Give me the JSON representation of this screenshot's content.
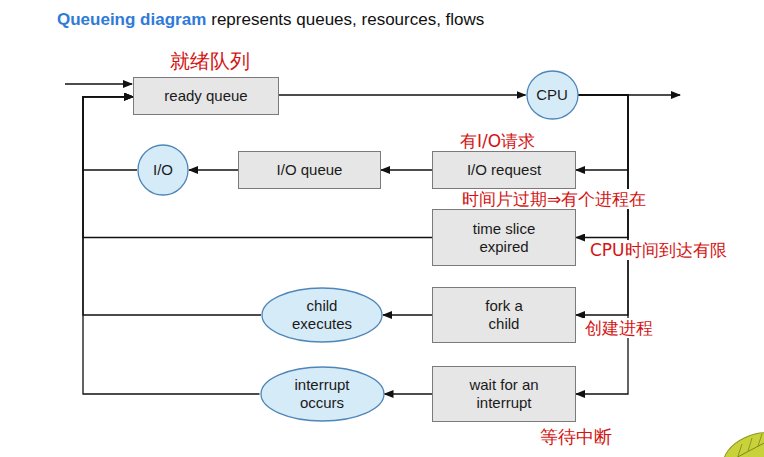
{
  "diagram": {
    "title": "Queueing diagram",
    "nodes": [
      {
        "text": [
          "ready queue"
        ]
      },
      {
        "text": [
          "CPU"
        ]
      },
      {
        "text": [
          "I/O"
        ]
      },
      {
        "text": [
          "I/O queue"
        ]
      },
      {
        "text": [
          "I/O request"
        ]
      },
      {
        "text": [
          "time slice expired"
        ]
      },
      {
        "text": [
          "child executes"
        ]
      },
      {
        "text": [
          "fork a child"
        ]
      },
      {
        "text": [
          "interrupt occurs"
        ]
      },
      {
        "text": [
          "wait for an interrupt"
        ]
      }
    ],
    "edges": [
      {
        "from": 0,
        "to": 1,
        "arrow": "to"
      },
      {
        "from": 1,
        "to": 4,
        "arrow": "to"
      },
      {
        "from": 1,
        "to": 5,
        "arrow": "to"
      },
      {
        "from": 1,
        "to": 7,
        "arrow": "to"
      },
      {
        "from": 1,
        "to": 9,
        "arrow": "to"
      },
      {
        "from": 4,
        "to": 3,
        "arrow": "to"
      },
      {
        "from": 3,
        "to": 2,
        "arrow": "to"
      },
      {
        "from": 2,
        "to": 0,
        "arrow": "to"
      },
      {
        "from": 5,
        "to": 0,
        "arrow": "to"
      },
      {
        "from": 7,
        "to": 6,
        "arrow": "to"
      },
      {
        "from": 6,
        "to": 0,
        "arrow": "to"
      },
      {
        "from": 9,
        "to": 8,
        "arrow": "to"
      },
      {
        "from": 8,
        "to": 0,
        "arrow": "to"
      }
    ],
    "labels": [
      "represents queues, resources, flows",
      "就绪队列",
      "有I/O请求",
      "时间片过期⇒有个进程在",
      "CPU时间到达有限",
      "创建进程",
      "等待中断"
    ]
  }
}
